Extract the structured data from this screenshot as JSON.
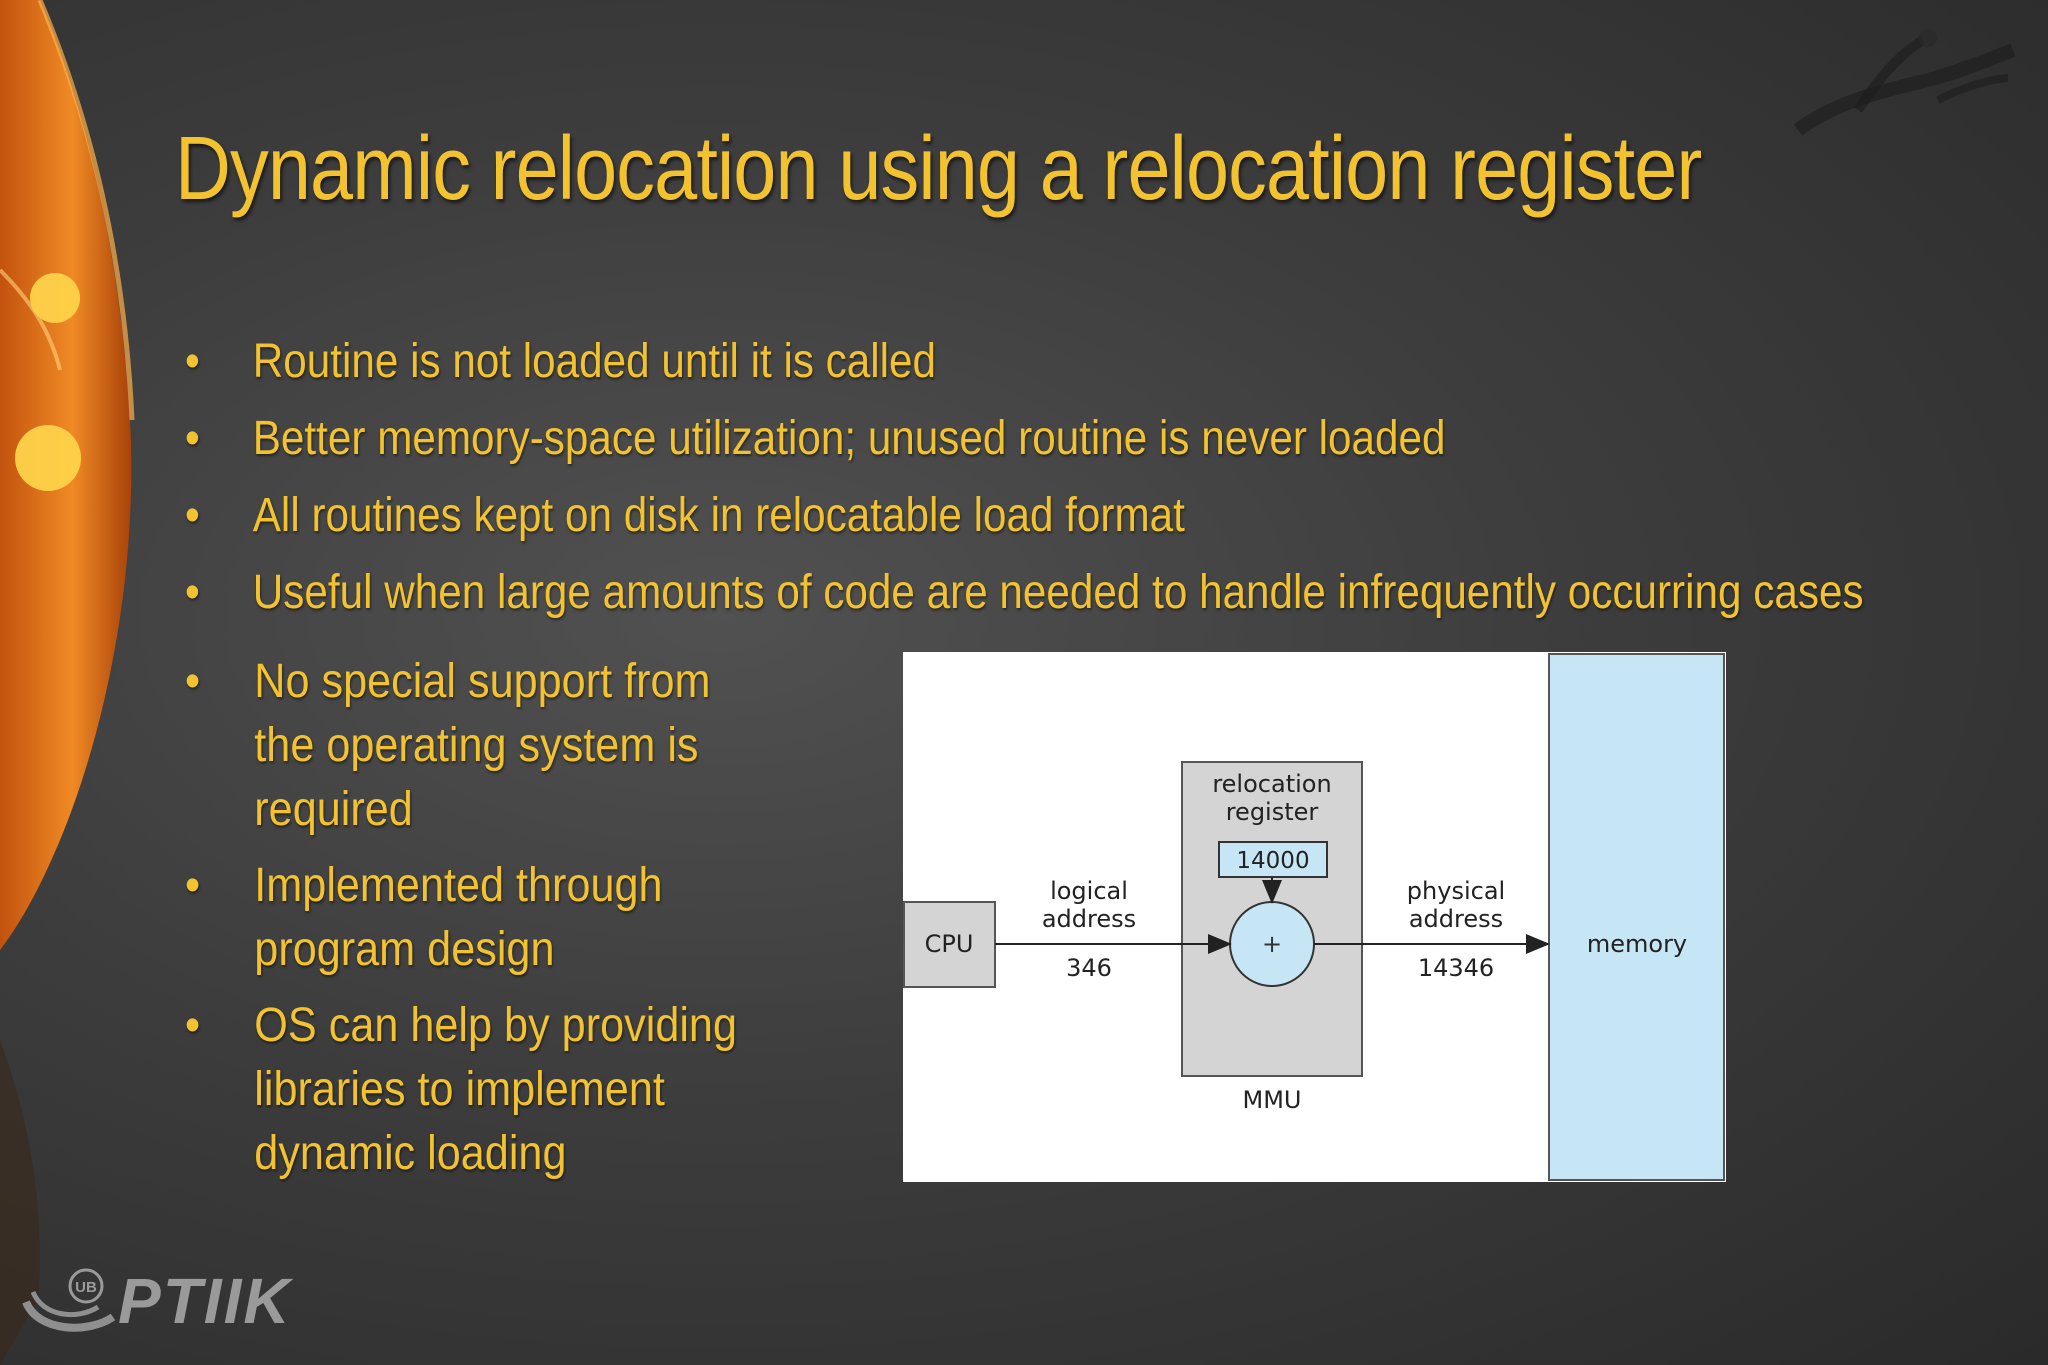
{
  "slide": {
    "title": "Dynamic relocation using a relocation register",
    "bullet_symbol": "•",
    "bullets_top": [
      "Routine is not loaded until it is called",
      "Better memory-space utilization; unused routine is never loaded",
      "All routines kept on disk in relocatable load format",
      "Useful when large amounts of code are needed to handle infrequently occurring cases"
    ],
    "bullets_left": [
      "No special support from the operating system is required",
      "Implemented through program design",
      "OS can help by providing libraries to implement dynamic loading"
    ]
  },
  "diagram": {
    "cpu_label": "CPU",
    "logical_address_label": [
      "logical",
      "address"
    ],
    "logical_address_value": "346",
    "relocation_register_label": [
      "relocation",
      "register"
    ],
    "relocation_register_value": "14000",
    "adder_symbol": "+",
    "mmu_label": "MMU",
    "physical_address_label": [
      "physical",
      "address"
    ],
    "physical_address_value": "14346",
    "memory_label": "memory"
  },
  "footer": {
    "logo_text": "PTIIK",
    "logo_badge": "UB"
  },
  "colors": {
    "title": "#f3c22f",
    "text": "#f3c22f",
    "memory_fill": "#c6e6f6",
    "adder_fill": "#c6e6f6",
    "mmu_fill": "#d4d4d4",
    "cpu_fill": "#d4d4d4"
  }
}
